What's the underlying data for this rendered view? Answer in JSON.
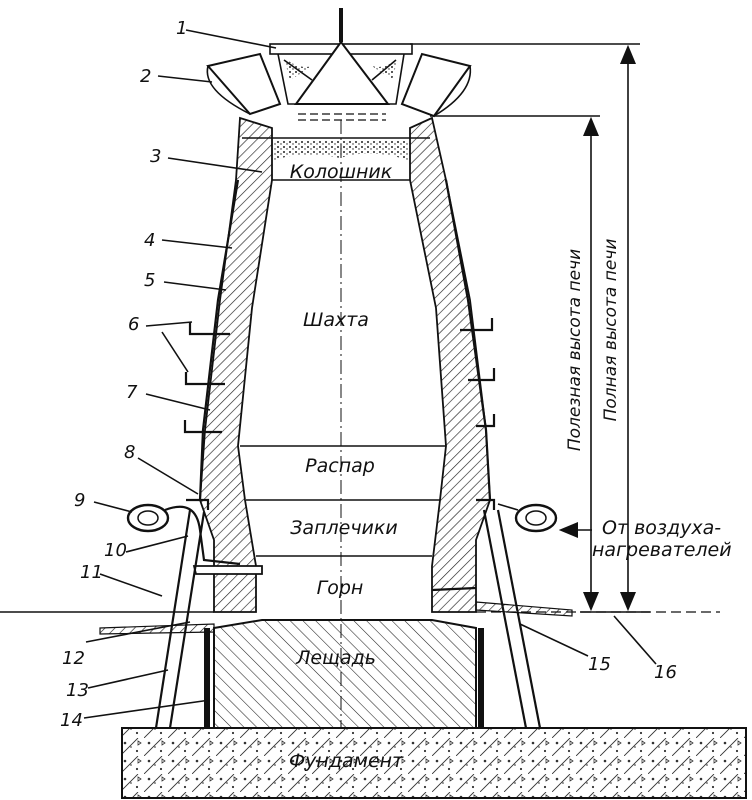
{
  "zones": {
    "koloshnik": "Колошник",
    "shakhta": "Шахта",
    "raspar": "Распар",
    "zaplechiki": "Заплечики",
    "gorn": "Горн",
    "leshchad": "Лещадь",
    "fundament": "Фундамент"
  },
  "callouts": [
    "1",
    "2",
    "3",
    "4",
    "5",
    "6",
    "7",
    "8",
    "9",
    "10",
    "11",
    "12",
    "13",
    "14",
    "15",
    "16"
  ],
  "dimensions": {
    "useful_height": "Полезная высота печи",
    "full_height": "Полная высота печи"
  },
  "air_inlet": {
    "line1": "От воздуха-",
    "line2": "нагревателей"
  }
}
